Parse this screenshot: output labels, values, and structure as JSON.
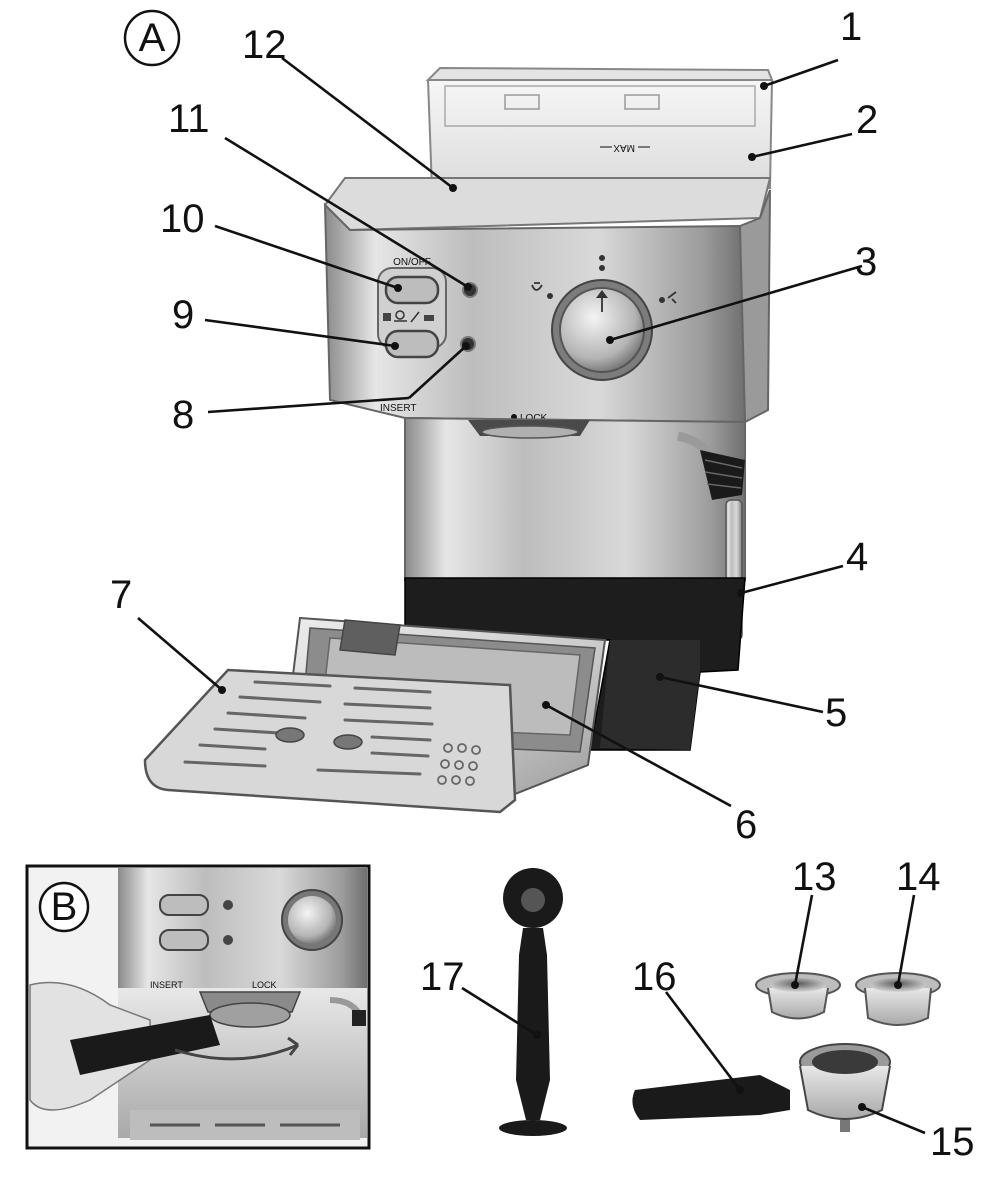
{
  "panels": {
    "a": "A",
    "b": "B"
  },
  "callouts": [
    {
      "id": "1",
      "label": "1"
    },
    {
      "id": "2",
      "label": "2"
    },
    {
      "id": "3",
      "label": "3"
    },
    {
      "id": "4",
      "label": "4"
    },
    {
      "id": "5",
      "label": "5"
    },
    {
      "id": "6",
      "label": "6"
    },
    {
      "id": "7",
      "label": "7"
    },
    {
      "id": "8",
      "label": "8"
    },
    {
      "id": "9",
      "label": "9"
    },
    {
      "id": "10",
      "label": "10"
    },
    {
      "id": "11",
      "label": "11"
    },
    {
      "id": "12",
      "label": "12"
    },
    {
      "id": "13",
      "label": "13"
    },
    {
      "id": "14",
      "label": "14"
    },
    {
      "id": "15",
      "label": "15"
    },
    {
      "id": "16",
      "label": "16"
    },
    {
      "id": "17",
      "label": "17"
    }
  ],
  "machine_text": {
    "on_off": "ON/OFF",
    "max": "MAX",
    "insert": "INSERT",
    "lock": "LOCK",
    "inset_insert": "INSERT",
    "inset_lock": "LOCK"
  }
}
